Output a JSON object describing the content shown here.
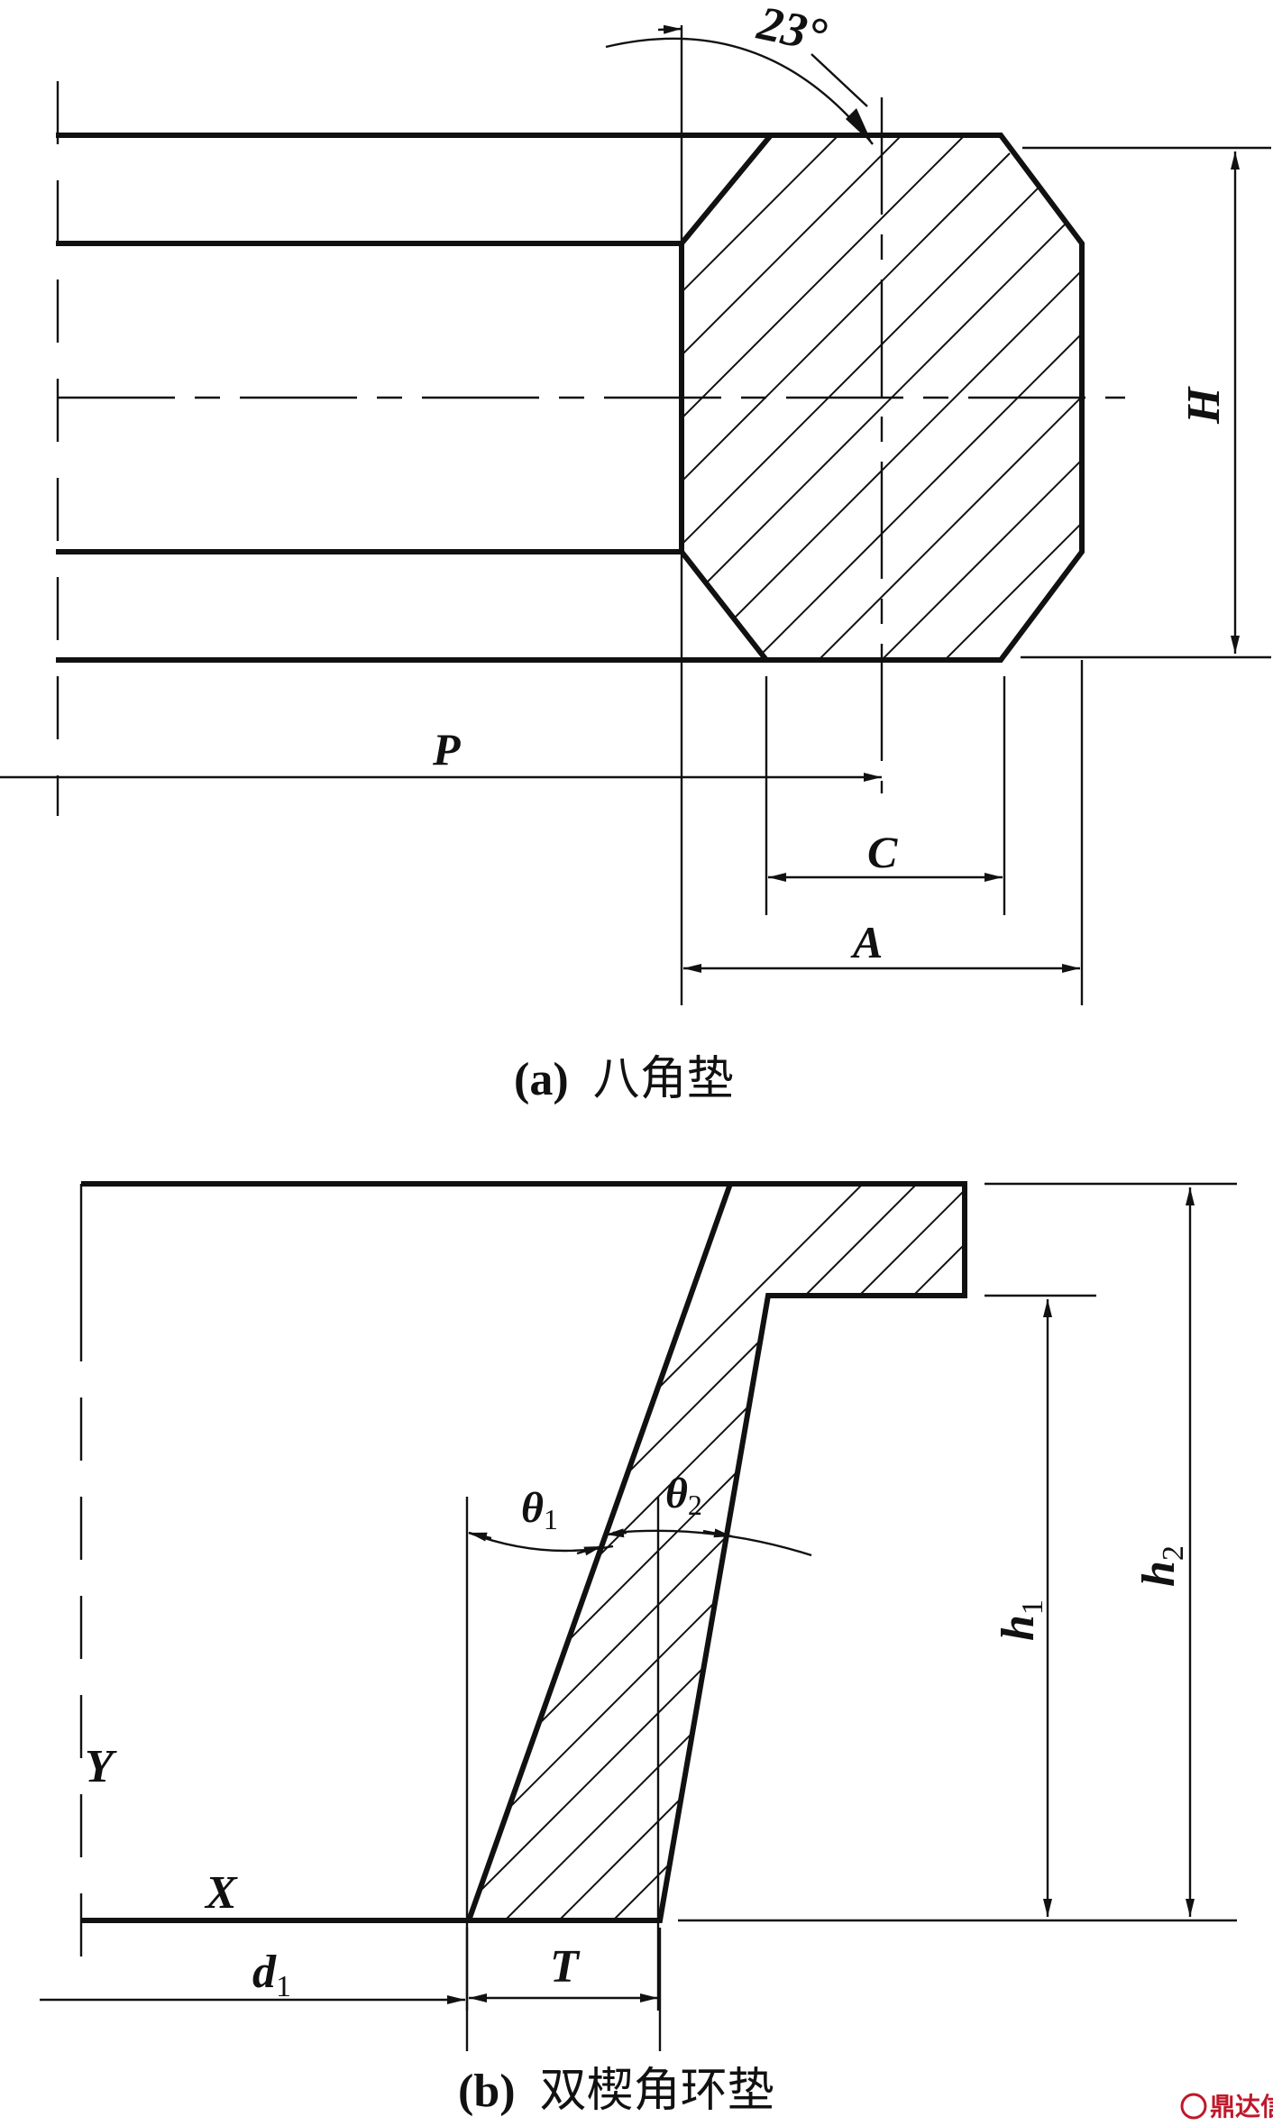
{
  "figure_a": {
    "angle_label": "23°",
    "label_H": "H",
    "label_P": "P",
    "label_C": "C",
    "label_A": "A",
    "caption_letter": "(a)",
    "caption_text": "八角垫"
  },
  "figure_b": {
    "label_theta1": "θ",
    "label_theta1_sub": "1",
    "label_theta2": "θ",
    "label_theta2_sub": "2",
    "label_h1": "h",
    "label_h1_sub": "1",
    "label_h2": "h",
    "label_h2_sub": "2",
    "label_Y": "Y",
    "label_X": "X",
    "label_d1": "d",
    "label_d1_sub": "1",
    "label_T": "T",
    "caption_letter": "(b)",
    "caption_text": "双楔角环垫"
  },
  "watermark": {
    "text": "鼎达信",
    "color": "#c0182a"
  }
}
